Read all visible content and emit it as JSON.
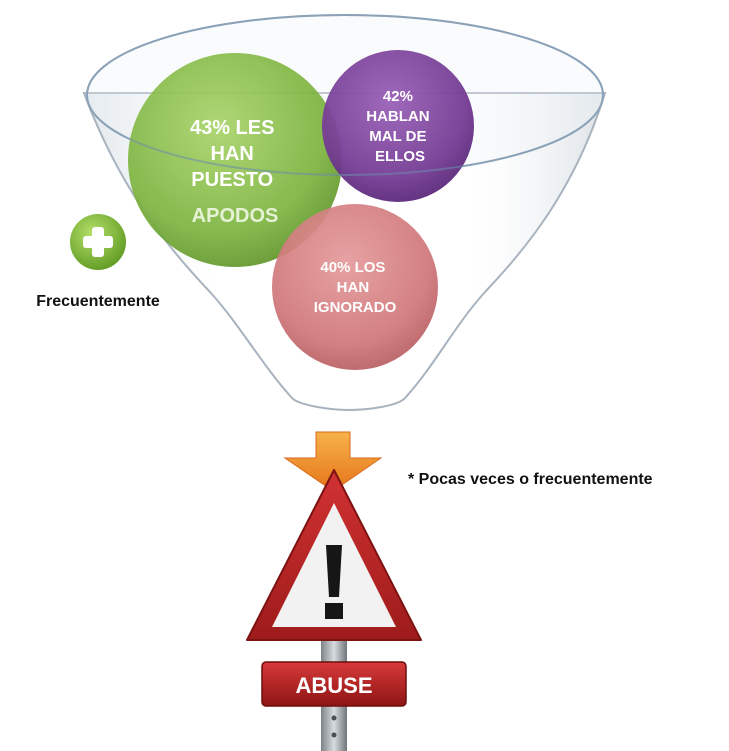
{
  "bubbles": [
    {
      "id": "apodos",
      "lines": [
        "43% LES",
        "HAN",
        "PUESTO",
        "APODOS"
      ],
      "color": "#7db540"
    },
    {
      "id": "hablan",
      "lines": [
        "42%",
        "HABLAN",
        "MAL DE",
        "ELLOS"
      ],
      "color": "#7a3f98"
    },
    {
      "id": "ignorado",
      "lines": [
        "40% LOS",
        "HAN",
        "IGNORADO"
      ],
      "color": "#c96d6f"
    }
  ],
  "legend": {
    "label": "Frecuentemente",
    "icon": "plus-circle-icon",
    "icon_color": "#8dc63f"
  },
  "footnote": "* Pocas veces o frecuentemente",
  "arrow": {
    "icon": "down-arrow-icon",
    "color": "#f39c1f"
  },
  "sign": {
    "icon": "warning-triangle-icon",
    "label": "ABUSE"
  }
}
